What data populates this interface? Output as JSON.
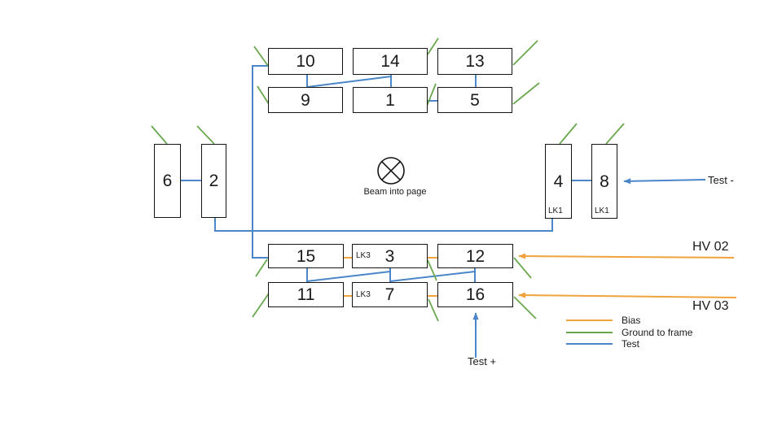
{
  "colors": {
    "bias": "#F0A33C",
    "ground_to_frame": "#6AA84F",
    "test": "#4A86C8",
    "box_border": "#141414"
  },
  "boxes": {
    "b10": {
      "label": "10"
    },
    "b14": {
      "label": "14"
    },
    "b13": {
      "label": "13"
    },
    "b9": {
      "label": "9"
    },
    "b1": {
      "label": "1"
    },
    "b5": {
      "label": "5"
    },
    "b6": {
      "label": "6"
    },
    "b2": {
      "label": "2"
    },
    "b4": {
      "label": "4",
      "sublabel": "LK1"
    },
    "b8": {
      "label": "8",
      "sublabel": "LK1"
    },
    "b15": {
      "label": "15"
    },
    "b3": {
      "label": "3",
      "sublabel": "LK3"
    },
    "b12": {
      "label": "12"
    },
    "b11": {
      "label": "11"
    },
    "b7": {
      "label": "7",
      "sublabel": "LK3"
    },
    "b16": {
      "label": "16"
    }
  },
  "annotations": {
    "beam": "Beam into page",
    "test_minus": "Test -",
    "test_plus": "Test +",
    "hv02": "HV 02",
    "hv03": "HV 03"
  },
  "legend": {
    "items": [
      {
        "label": "Bias",
        "color": "#F0A33C"
      },
      {
        "label": "Ground to frame",
        "color": "#6AA84F"
      },
      {
        "label": "Test",
        "color": "#4A86C8"
      }
    ]
  }
}
